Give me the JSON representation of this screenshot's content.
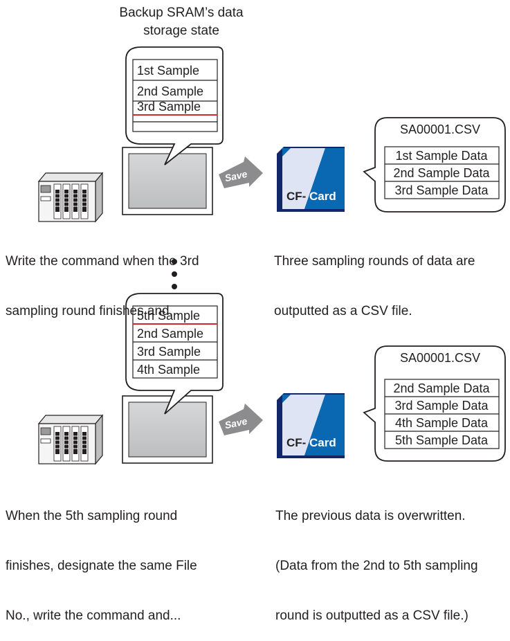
{
  "top": {
    "title_lines": [
      "Backup SRAM’s data",
      "storage state"
    ],
    "sram_rows": [
      "1st Sample",
      "2nd Sample",
      "3rd Sample"
    ],
    "save_label": "Save",
    "card_label_cf": "CF-",
    "card_label_card": "Card",
    "file_name": "SA00001.CSV",
    "file_rows": [
      "1st Sample Data",
      "2nd Sample Data",
      "3rd Sample Data"
    ],
    "caption_left": [
      "Write the command when the 3rd",
      "sampling round finishes and..."
    ],
    "caption_right": [
      "Three sampling rounds of data are",
      "outputted as a CSV file."
    ]
  },
  "bottom": {
    "sram_rows": [
      "5th Sample",
      "2nd Sample",
      "3rd Sample",
      "4th Sample"
    ],
    "save_label": "Save",
    "card_label_cf": "CF-",
    "card_label_card": "Card",
    "file_name": "SA00001.CSV",
    "file_rows": [
      "2nd Sample Data",
      "3rd Sample Data",
      "4th Sample Data",
      "5th Sample Data"
    ],
    "caption_left": [
      "When the 5th sampling round",
      "finishes, designate the same File",
      "No., write the command and..."
    ],
    "caption_right": [
      "The previous data is overwritten.",
      "(Data from the 2nd to 5th sampling",
      "round is outputted as a CSV file.)"
    ]
  },
  "colors": {
    "ink": "#231f20",
    "marker_red": "#d7262e",
    "card_blue": "#0a67b1",
    "card_dark_blue": "#11276a",
    "card_pale": "#dfe4f4",
    "screen_gray": "#c9cacb",
    "save_gray": "#8c8c8e"
  },
  "icons": [
    "plc-rack-icon",
    "display-panel-icon",
    "save-arrow-icon",
    "cf-card-icon",
    "speech-bubble",
    "ellipsis-dots"
  ]
}
